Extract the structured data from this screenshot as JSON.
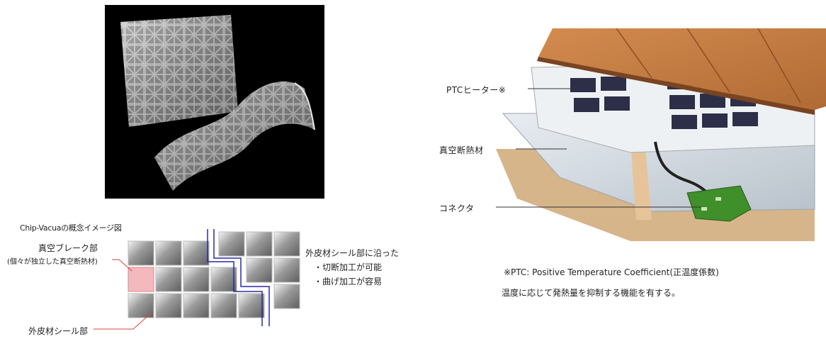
{
  "concept": {
    "title": "Chip-Vacuaの概念イメージ図",
    "vacuum_break_label": "真空ブレーク部",
    "vacuum_break_sub": "(個々が独立した真空断熱材)",
    "seal_label": "外皮材シール部",
    "cut_heading": "外皮材シール部に沿った",
    "cut_item1": "・切断加工が可能",
    "cut_item2": "・曲げ加工が容易"
  },
  "floor": {
    "ptc_label": "PTCヒーター※",
    "vacuum_label": "真空断熱材",
    "connector_label": "コネクタ"
  },
  "footnote": {
    "line1": "※PTC: Positive Temperature Coefficient(正温度係数)",
    "line2": "温度に応じて発熱量を抑制する機能を有する。"
  },
  "colors": {
    "highlight_cell": "#f3b9bd",
    "seal_line": "#e0413f",
    "cut_line": "#2a2aa8",
    "wood": "#c57a3f",
    "connector": "#3f8f2a"
  }
}
